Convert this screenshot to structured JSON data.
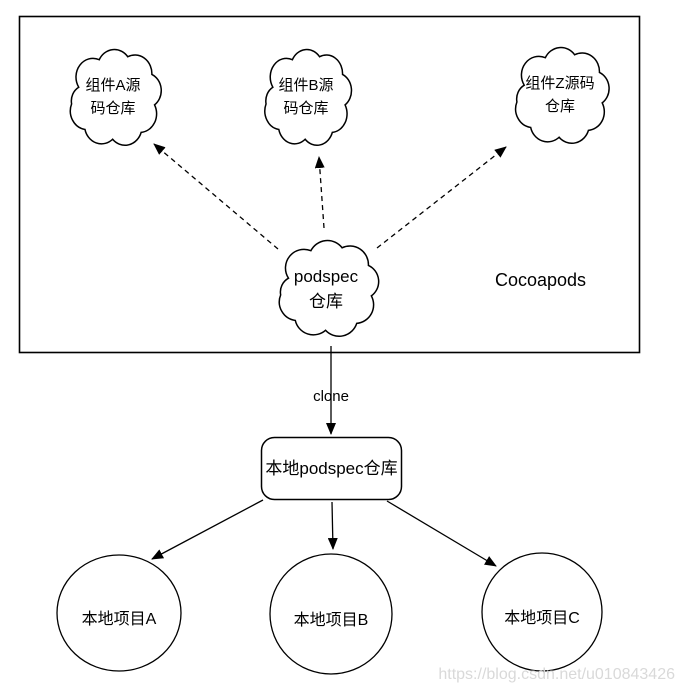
{
  "diagram": {
    "region_label": "Cocoapods",
    "clouds": {
      "component_a": "组件A源\n码仓库",
      "component_b": "组件B源\n码仓库",
      "component_z": "组件Z源码\n仓库",
      "podspec": "podspec\n仓库"
    },
    "clone_arrow_label": "clone",
    "local_repo_label": "本地podspec仓库",
    "projects": {
      "a": "本地项目A",
      "b": "本地项目B",
      "c": "本地项目C"
    },
    "watermark": "https://blog.csdn.net/u010843426",
    "colors": {
      "stroke": "#000000",
      "text": "#000000",
      "watermark": "#d9d9d9"
    }
  }
}
